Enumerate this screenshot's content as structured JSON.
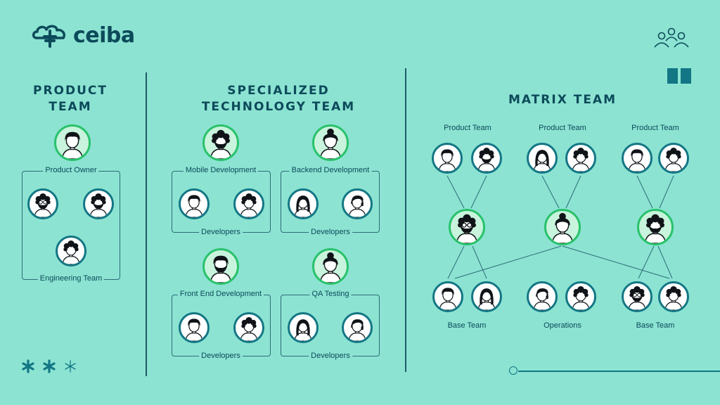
{
  "brand": {
    "name": "ceiba"
  },
  "product_team": {
    "heading": [
      "PRODUCT",
      "TEAM"
    ],
    "owner_label": "Product Owner",
    "group_label": "Engineering Team"
  },
  "specialized_team": {
    "heading": [
      "SPECIALIZED",
      "TECHNOLOGY TEAM"
    ],
    "groups": [
      {
        "title": "Mobile Development",
        "footer": "Developers"
      },
      {
        "title": "Backend Development",
        "footer": "Developers"
      },
      {
        "title": "Front End Development",
        "footer": "Developers"
      },
      {
        "title": "QA Testing",
        "footer": "Developers"
      }
    ]
  },
  "matrix_team": {
    "heading": "MATRIX TEAM",
    "top_labels": [
      "Product Team",
      "Product Team",
      "Product Team"
    ],
    "bottom_labels": [
      "Base Team",
      "Operations",
      "Base Team"
    ]
  },
  "colors": {
    "background": "#8ce3d2",
    "text": "#0c4a5a",
    "avatar_ring": "#137684",
    "lead_ring": "#28c26a"
  },
  "icons": [
    "cloud-tree-logo-icon",
    "people-group-icon",
    "pause-icon",
    "asterisk-icon",
    "avatar-icon"
  ]
}
